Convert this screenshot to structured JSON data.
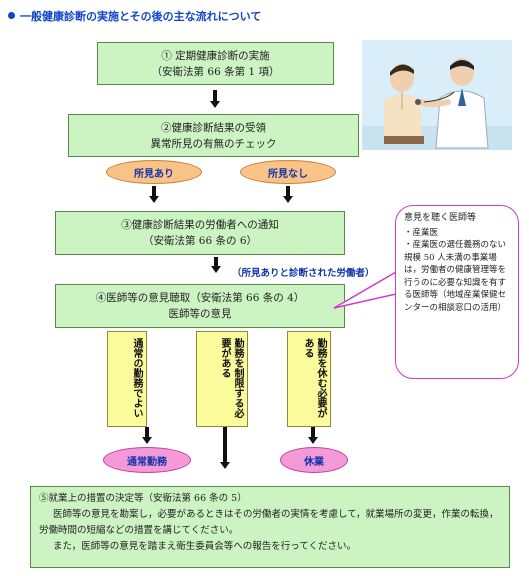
{
  "title": "一般健康診断の実施とその後の主な流れについて",
  "step1": {
    "line1": "① 定期健康診断の実施",
    "line2": "（安衛法第 66 条第 1 項）"
  },
  "step2": {
    "line1": "②健康診断結果の受領",
    "line2": "異常所見の有無のチェック"
  },
  "branch_finding": "所見あり",
  "branch_no_finding": "所見なし",
  "step3": {
    "line1": "③健康診断結果の労働者への通知",
    "line2": "（安衛法第 66 条の 6）"
  },
  "step3_note": "（所見ありと診断された労働者）",
  "step4": {
    "line1": "④医師等の意見聴取（安衛法第 66 条の 4）",
    "line2": "医師等の意見"
  },
  "opinions": [
    {
      "text": "通常の勤務でよい"
    },
    {
      "text": "勤務を制限する必要がある"
    },
    {
      "text": "勤務を休む必要がある"
    }
  ],
  "outcome_normal": "通常勤務",
  "outcome_leave": "休業",
  "callout": {
    "title": "意見を聴く医師等",
    "items": [
      "・産業医",
      "・産業医の選任義務のない規模 50 人未満の事業場は，労働者の健康管理等を行うのに必要な知識を有する医師等（地域産業保健センターの相談窓口の活用）"
    ]
  },
  "step5": {
    "title": "⑤就業上の措置の決定等（安衛法第 66 条の 5）",
    "para1": "医師等の意見を勘案し，必要があるときはその労働者の実情を考慮して，就業場所の変更，作業の転換，労働時間の短縮などの措置を講じてください。",
    "para2": "また，医師等の意見を踏まえ衛生委員会等への報告を行ってください。"
  }
}
